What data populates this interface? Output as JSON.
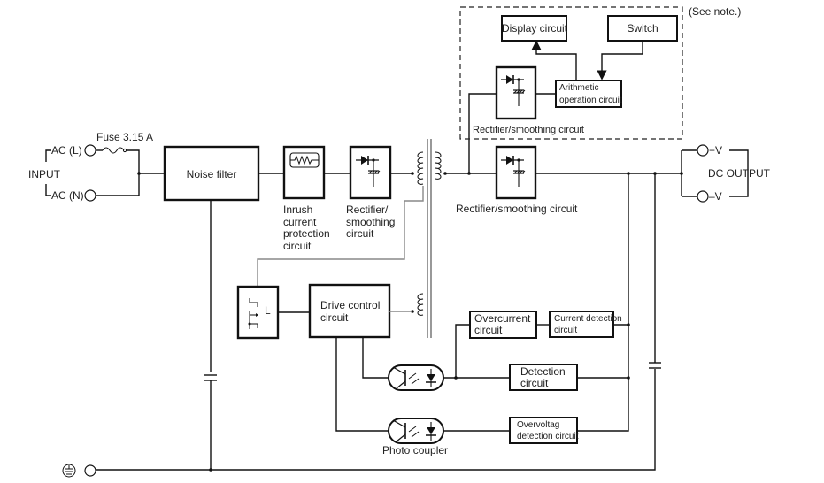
{
  "diagram": {
    "type": "block-diagram",
    "title": "",
    "note": "(See note.)",
    "input": {
      "label": "INPUT",
      "terminals": [
        "AC (L)",
        "AC (N)"
      ],
      "fuse_label": "Fuse 3.15 A"
    },
    "output": {
      "label": "DC OUTPUT",
      "terminals": [
        "+V",
        "–V"
      ]
    },
    "blocks": {
      "noise_filter": "Noise filter",
      "inrush": [
        "Inrush",
        "current",
        "protection",
        "circuit"
      ],
      "rectifier_primary": [
        "Rectifier/",
        "smoothing",
        "circuit"
      ],
      "rectifier_secondary": "Rectifier/smoothing circuit",
      "rectifier_aux": "Rectifier/smoothing circuit",
      "display": "Display circuit",
      "switch": "Switch",
      "arithmetic": [
        "Arithmetic",
        "operation circuit"
      ],
      "drive_control": [
        "Drive control",
        "circuit"
      ],
      "switching_element_label": "L",
      "overcurrent": [
        "Overcurrent",
        "circuit"
      ],
      "current_detection": [
        "Current detection",
        "circuit"
      ],
      "detection": [
        "Detection",
        "circuit"
      ],
      "overvoltage": [
        "Overvoltag",
        "detection circuit"
      ],
      "photo_coupler": "Photo coupler"
    },
    "icons": {
      "ground": "protective-earth-icon",
      "fuse": "fuse-icon",
      "thermistor": "thermistor-icon",
      "diode": "diode-icon",
      "capacitor": "capacitor-icon",
      "transformer": "transformer-icon",
      "mosfet": "mosfet-icon",
      "optocoupler": "optocoupler-icon",
      "terminal": "terminal-circle-icon"
    }
  }
}
